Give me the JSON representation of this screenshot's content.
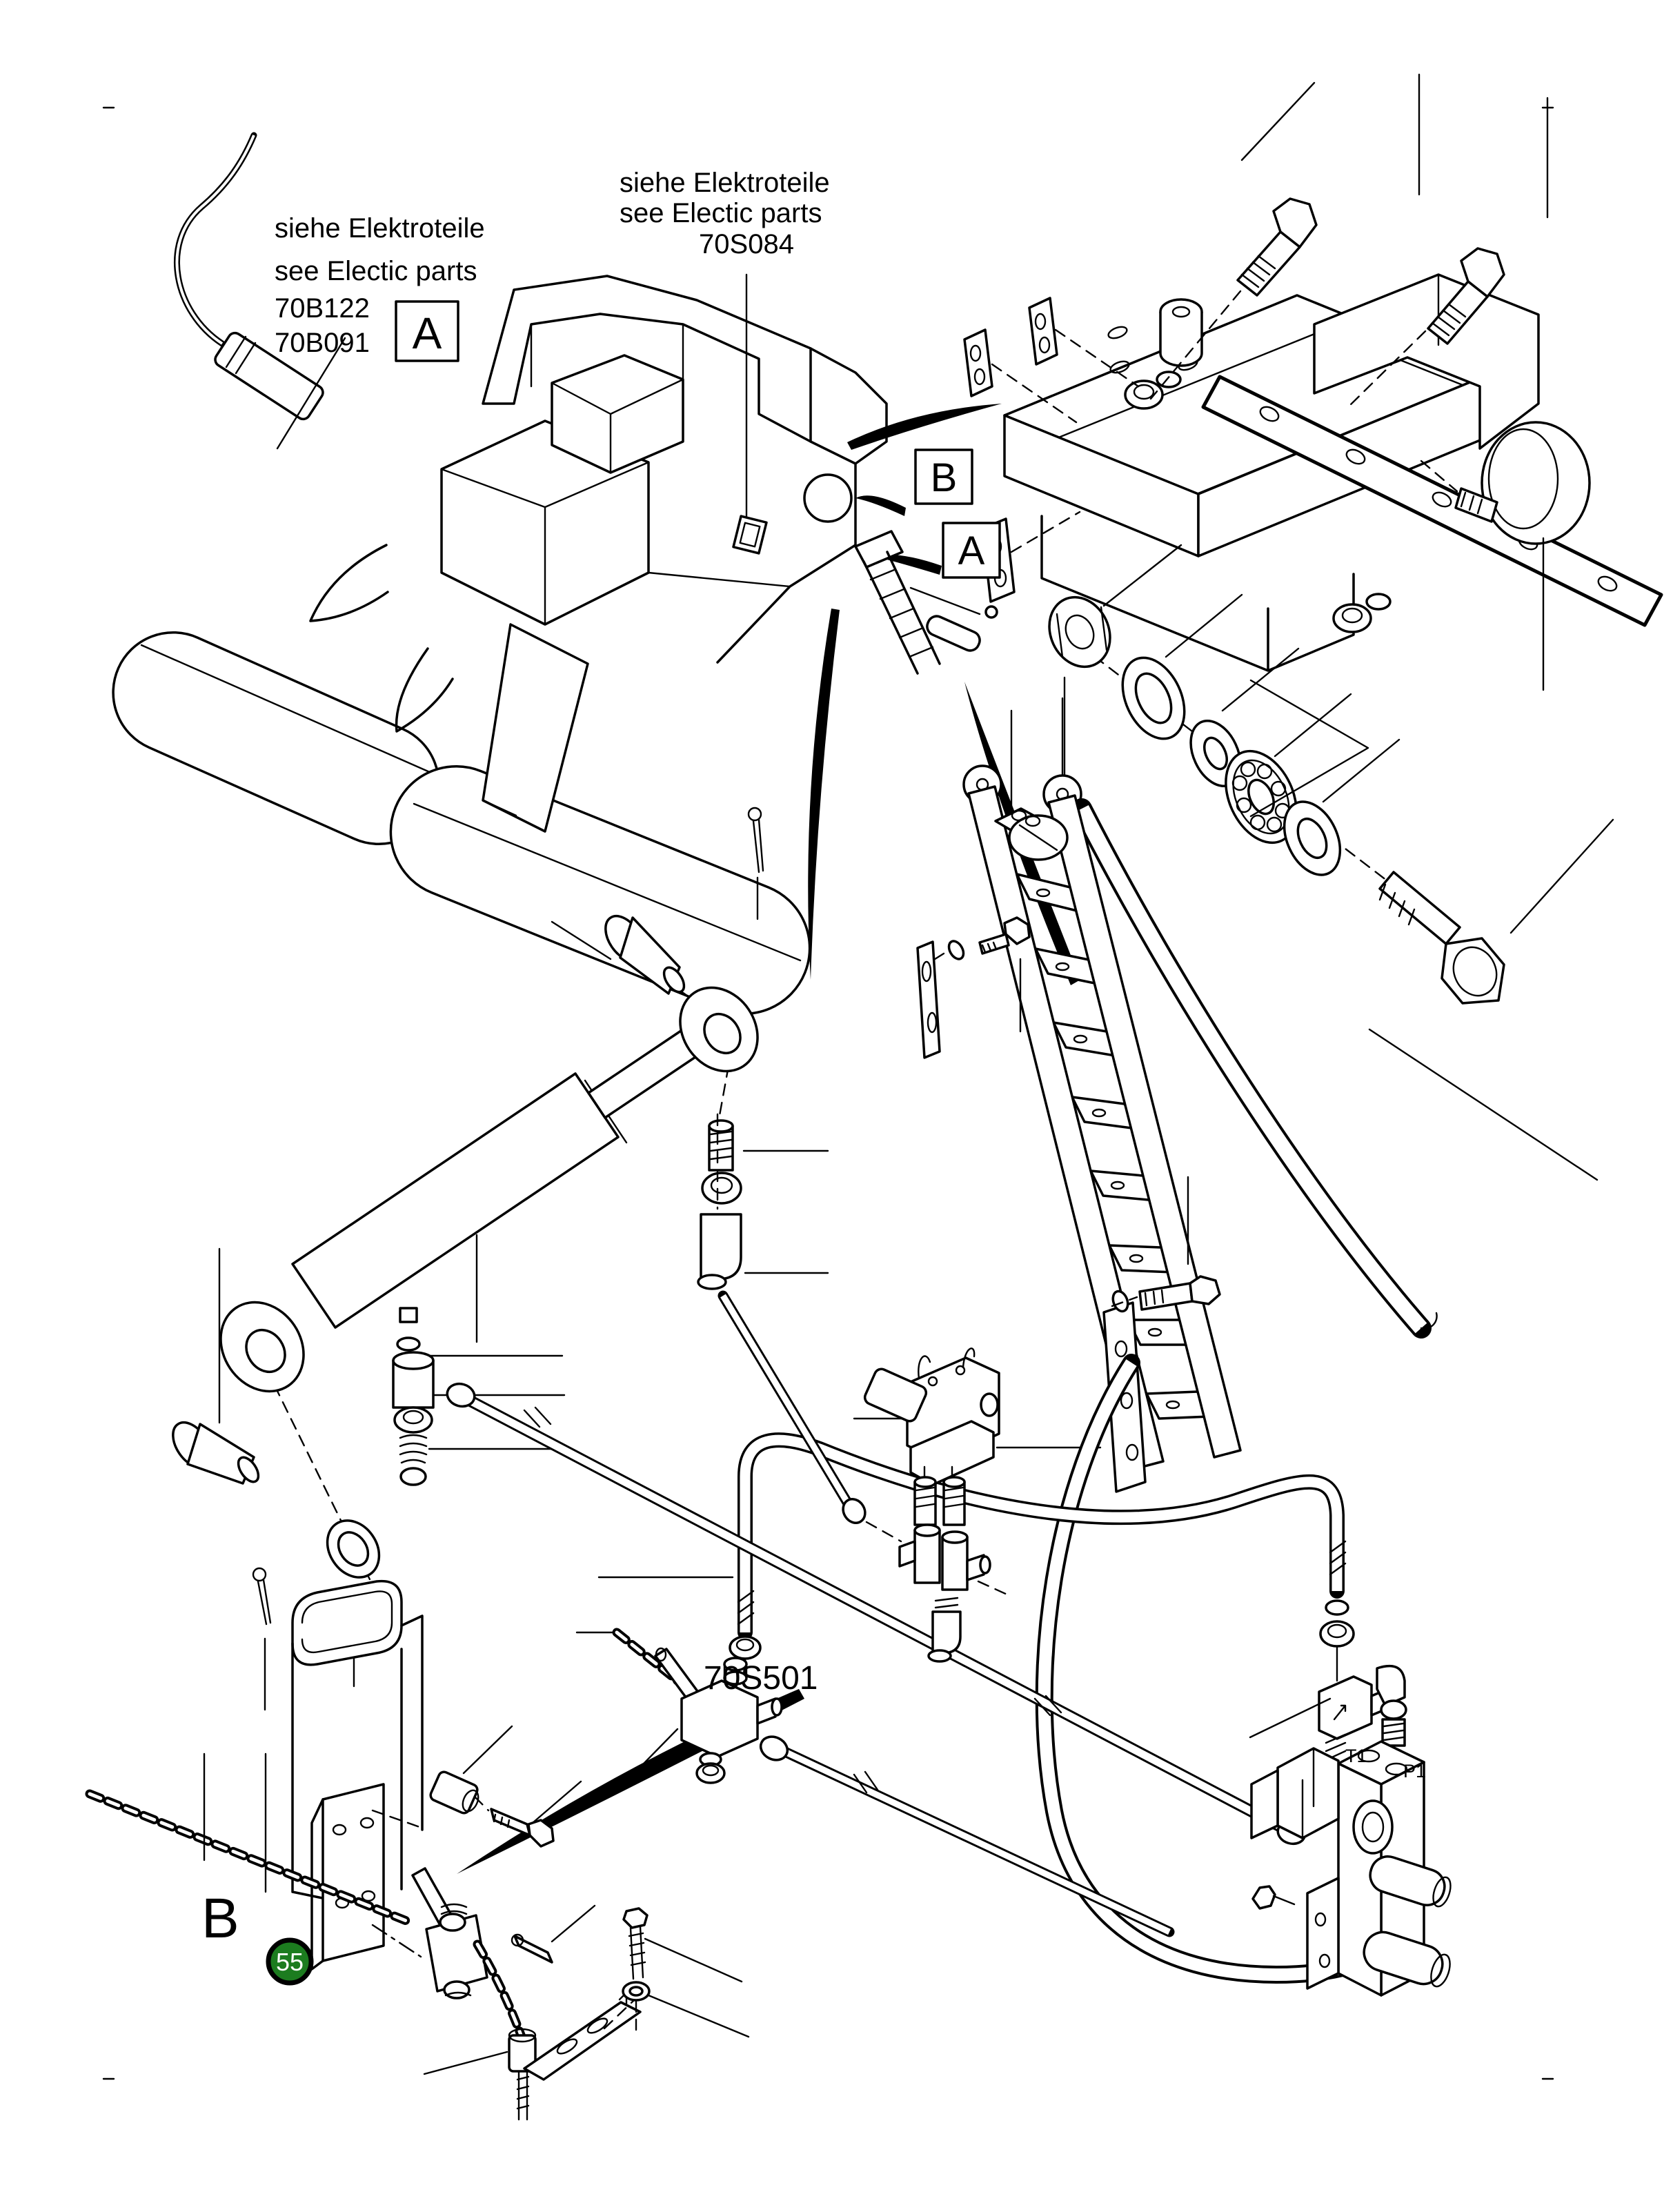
{
  "colors": {
    "line": "#000000",
    "background": "#ffffff",
    "badge_fill": "#1c7c1f",
    "badge_stroke": "#000000",
    "badge_text": "#ffffff"
  },
  "annotations": {
    "left_note": {
      "line1": "siehe Elektroteile",
      "line2": "see Electic parts",
      "part1": "70B122",
      "part2": "70B091"
    },
    "center_note": {
      "line1": "siehe Elektroteile",
      "line2": "see Electic parts",
      "part": "70S084"
    }
  },
  "callouts": {
    "detail_a_box_top": "A",
    "detail_b_box": "B",
    "detail_a_box_mid": "A",
    "detail_b_letter": "B",
    "item_badge": "55"
  },
  "parts": {
    "shutoff_valve": "70S501"
  },
  "ports": {
    "tank": "T1",
    "pressure": "P1"
  }
}
